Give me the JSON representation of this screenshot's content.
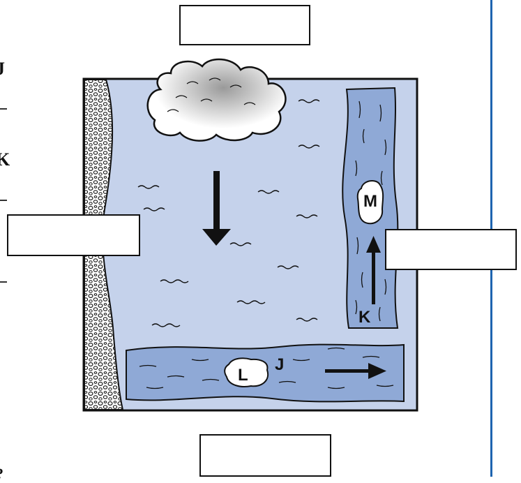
{
  "margin_letters": {
    "first": "J",
    "second": "K",
    "third": "?"
  },
  "map_labels": {
    "top_feature": "M",
    "top_feature_arrow_start": "K",
    "bottom_feature": "L",
    "bottom_river_letter": "J"
  },
  "answer_boxes": {
    "top": "",
    "left": "",
    "right": "",
    "bottom": ""
  },
  "colors": {
    "water": "#c5d2eb",
    "river": "#8fa9d6",
    "outline": "#111111",
    "divider": "#1e64b0"
  },
  "icons": [
    "cloud-icon",
    "down-arrow-icon",
    "right-arrow-icon",
    "up-arrow-icon",
    "gravel-icon",
    "wave-icon"
  ]
}
